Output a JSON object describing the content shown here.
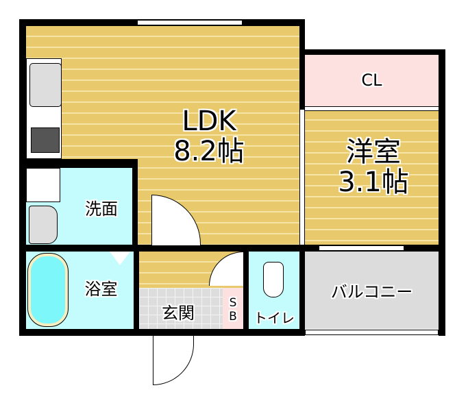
{
  "rooms": {
    "ldk": {
      "name": "LDK",
      "size": "8.2帖"
    },
    "western": {
      "name": "洋室",
      "size": "3.1帖"
    },
    "closet": {
      "name": "CL"
    },
    "washroom": {
      "name": "洗面"
    },
    "bathroom": {
      "name": "浴室"
    },
    "entrance": {
      "name": "玄関"
    },
    "shoebox": {
      "name": "SB"
    },
    "toilet": {
      "name": "トイレ"
    },
    "balcony": {
      "name": "バルコニー"
    }
  },
  "colors": {
    "wood": "#e8c96c",
    "wet": "#c4fcfe",
    "closet": "#fde0e0",
    "balcony": "#dcdcdc"
  }
}
